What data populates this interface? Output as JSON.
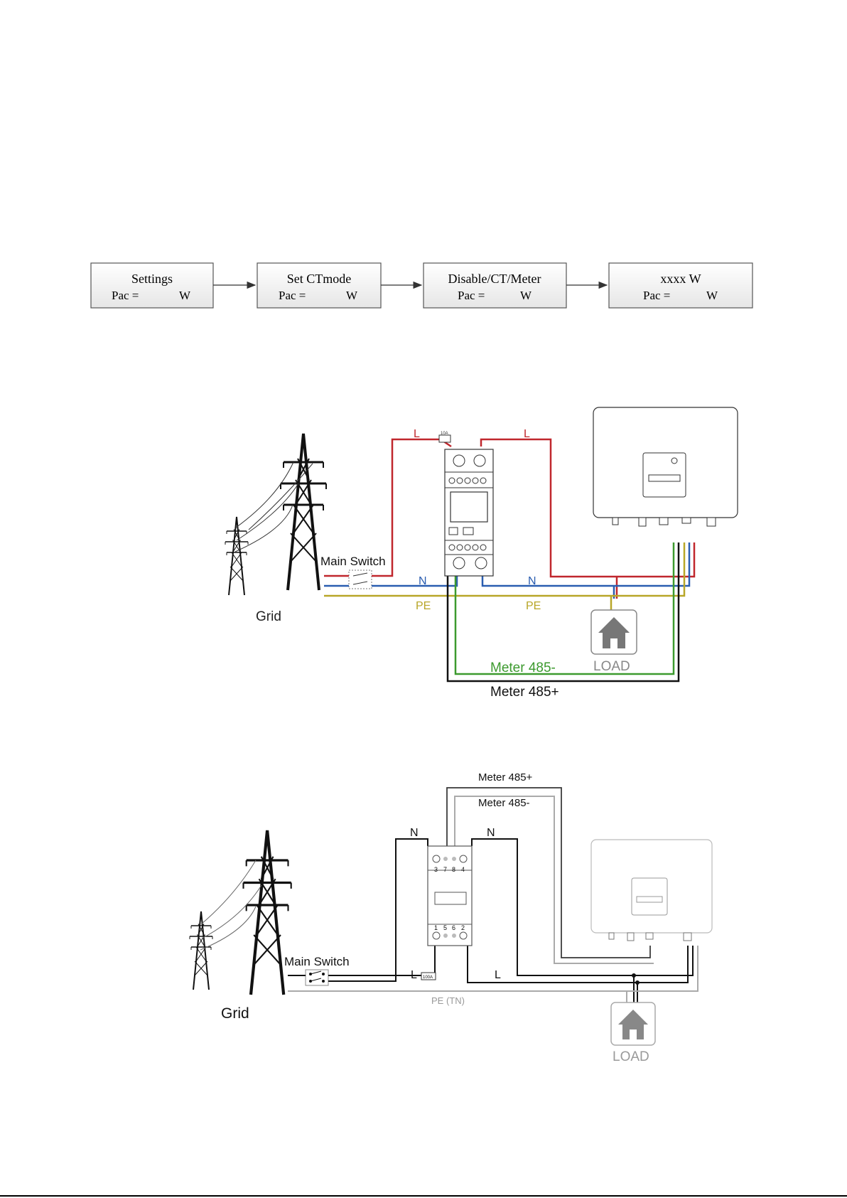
{
  "flow": {
    "boxes": [
      {
        "title": "Settings",
        "value_label": "Pac  =",
        "unit": "W"
      },
      {
        "title": "Set CTmode",
        "value_label": "Pac  =",
        "unit": "W"
      },
      {
        "title": "Disable/CT/Meter",
        "value_label": "Pac  =",
        "unit": "W"
      },
      {
        "title": "xxxx W",
        "value_label": "Pac  =",
        "unit": "W"
      }
    ]
  },
  "diagram1": {
    "grid_label": "Grid",
    "main_switch_label": "Main Switch",
    "line_label": "L",
    "neutral_label": "N",
    "pe_label": "PE",
    "load_label": "LOAD",
    "meter_485_minus": "Meter 485-",
    "meter_485_plus": "Meter 485+",
    "fuse_label": "10A",
    "colors": {
      "L": "#c0272d",
      "N": "#2a5db0",
      "PE": "#b8a628",
      "485_minus": "#3c9a2e",
      "485_plus": "#111111"
    }
  },
  "diagram2": {
    "grid_label": "Grid",
    "main_switch_label": "Main Switch",
    "line_label": "L",
    "neutral_label": "N",
    "pe_label": "PE (TN)",
    "load_label": "LOAD",
    "meter_485_plus": "Meter 485+",
    "meter_485_minus": "Meter 485-",
    "fuse_label": "100A",
    "terminals_top": [
      "3",
      "7",
      "8",
      "4"
    ],
    "terminals_bottom": [
      "1",
      "5",
      "6",
      "2"
    ]
  }
}
